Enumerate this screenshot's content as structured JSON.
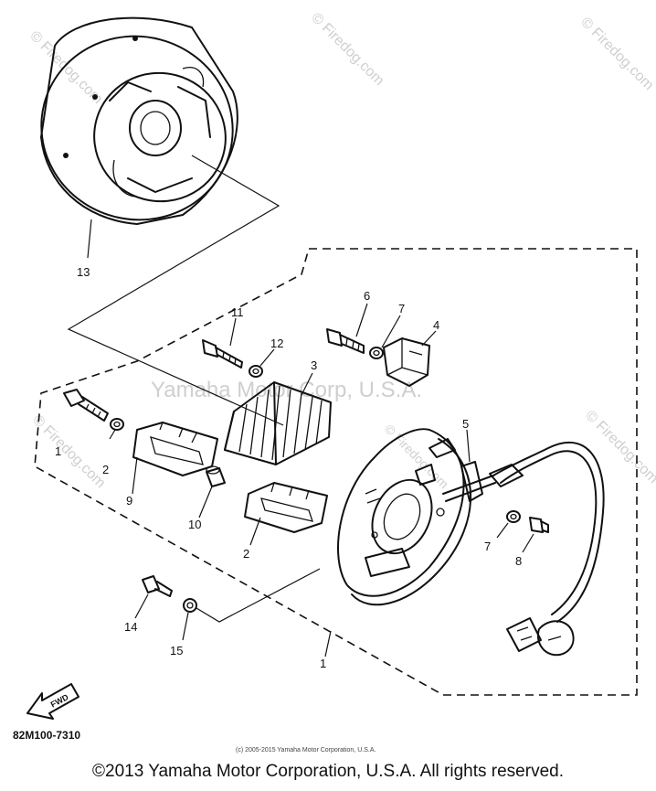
{
  "diagram": {
    "callouts": {
      "p1": "1",
      "p1b": "1",
      "p2": "2",
      "p2b": "2",
      "p3": "3",
      "p4": "4",
      "p5": "5",
      "p6": "6",
      "p7": "7",
      "p7b": "7",
      "p8": "8",
      "p9": "9",
      "p10": "10",
      "p11": "11",
      "p12": "12",
      "p13": "13",
      "p14": "14",
      "p15": "15"
    },
    "fwd_label": "FWD",
    "part_code": "82M100-7310",
    "small_copyright": "(c) 2005-2015 Yamaha Motor Corporation, U.S.A.",
    "footer_copyright": "©2013 Yamaha Motor Corporation, U.S.A. All rights reserved."
  },
  "watermarks": {
    "center": "Yamaha Motor Corp, U.S.A.",
    "site_1": "© Firedog.com",
    "site_2": "© Firedog.com",
    "site_3": "© Firedog.com",
    "site_4": "© Firedog.com",
    "site_5": "© Firedog.com",
    "site_6": "© Firedog.com"
  }
}
